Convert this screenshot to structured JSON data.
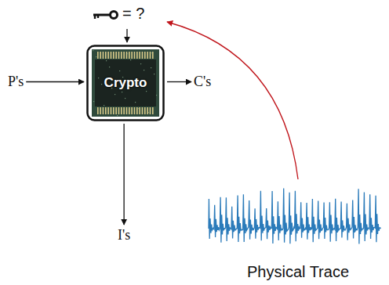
{
  "diagram": {
    "nodes": [
      {
        "text": [
          "= ?"
        ]
      },
      {
        "text": [
          "Crypto"
        ]
      },
      {
        "text": [
          "P's"
        ]
      },
      {
        "text": [
          "C's"
        ]
      },
      {
        "text": [
          "I's"
        ]
      },
      {
        "text": [
          "Physical Trace"
        ]
      }
    ],
    "edges": [
      {
        "from": 0,
        "to": 1,
        "arrow": "to"
      },
      {
        "from": 2,
        "to": 1,
        "arrow": "to"
      },
      {
        "from": 1,
        "to": 3,
        "arrow": "to"
      },
      {
        "from": 1,
        "to": 4,
        "arrow": "to"
      },
      {
        "from": 5,
        "to": 0,
        "arrow": "to"
      }
    ]
  }
}
